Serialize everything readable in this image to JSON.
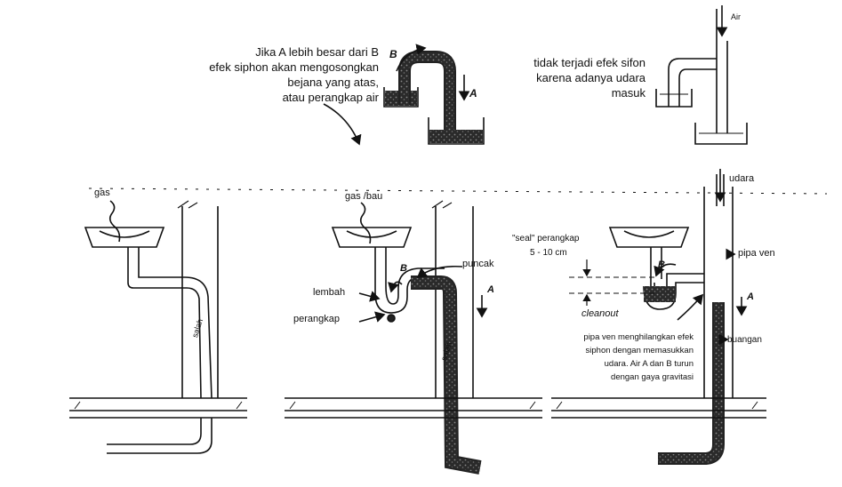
{
  "top_left_note": {
    "lines": [
      "Jika A lebih besar dari B",
      "efek siphon akan mengosongkan",
      "bejana yang atas,",
      "atau perangkap air"
    ]
  },
  "top_siphon": {
    "label_b": "B",
    "label_a": "A"
  },
  "top_right": {
    "air_label": "Air",
    "note_lines": [
      "tidak terjadi efek sifon",
      "karena adanya udara",
      "masuk"
    ]
  },
  "diagram1": {
    "gas": "gas",
    "wrong": "salah"
  },
  "diagram2": {
    "gas": "gas /bau",
    "peak": "puncak",
    "valley": "lembah",
    "trap": "perangkap",
    "label_b": "B",
    "label_a": "A",
    "wrong": "salah"
  },
  "diagram3": {
    "air": "udara",
    "seal": "\"seal\" perangkap",
    "seal_range": "5 - 10 cm",
    "vent": "pipa ven",
    "label_b": "B",
    "label_a": "A",
    "cleanout": "cleanout",
    "drain": "buangan",
    "note_lines": [
      "pipa ven menghilangkan efek",
      "siphon dengan memasukkan",
      "udara. Air A dan B turun",
      "dengan gaya gravitasi"
    ]
  }
}
